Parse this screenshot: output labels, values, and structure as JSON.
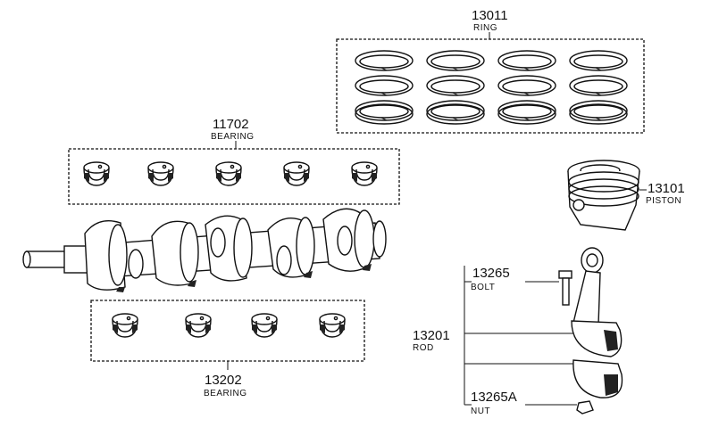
{
  "labels": {
    "ring": {
      "number": "13011",
      "name": "RING"
    },
    "bearing_upper": {
      "number": "11702",
      "name": "BEARING"
    },
    "piston": {
      "number": "13101",
      "name": "PISTON"
    },
    "bolt": {
      "number": "13265",
      "name": "BOLT"
    },
    "rod": {
      "number": "13201",
      "name": "ROD"
    },
    "bearing_lower": {
      "number": "13202",
      "name": "BEARING"
    },
    "nut": {
      "number": "13265A",
      "name": "NUT"
    }
  },
  "counts": {
    "ring_columns": 4,
    "ring_rows": 3,
    "upper_bearings": 5,
    "lower_bearings": 4
  }
}
